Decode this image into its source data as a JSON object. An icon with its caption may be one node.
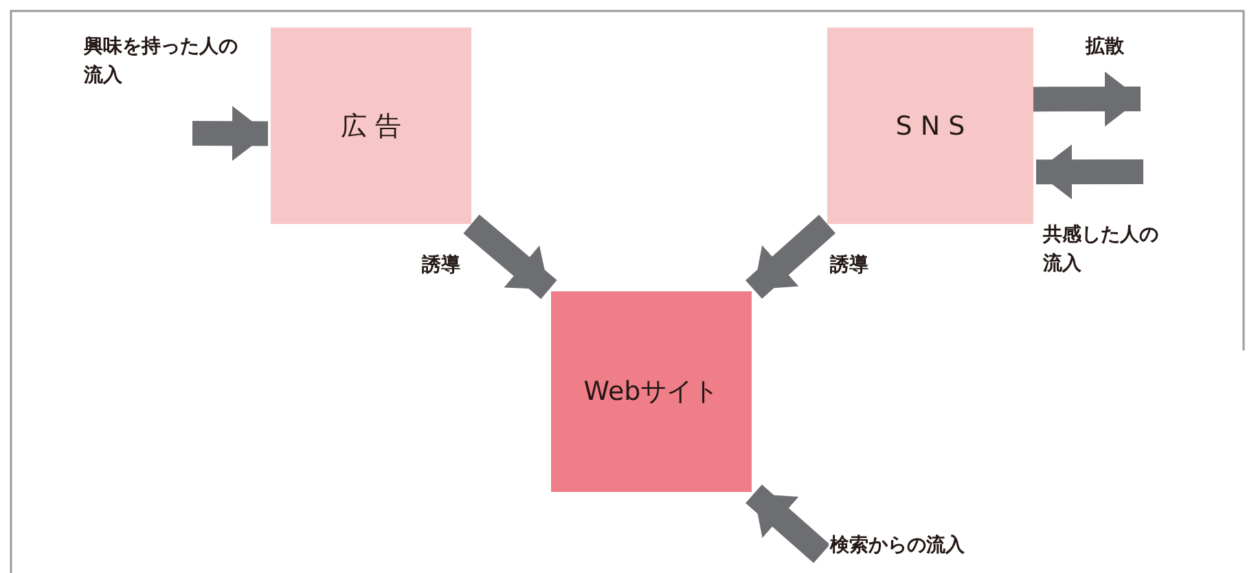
{
  "diagram": {
    "nodes": [
      {
        "text": [
          "広 告"
        ]
      },
      {
        "text": [
          "S N S"
        ]
      },
      {
        "text": [
          "Webサイト"
        ]
      }
    ],
    "edges": [
      {
        "from": null,
        "to": 0,
        "arrow": "to",
        "label": "興味を持った人の流入"
      },
      {
        "from": 0,
        "to": 2,
        "arrow": "to",
        "label": "誘導"
      },
      {
        "from": 1,
        "to": 2,
        "arrow": "to",
        "label": "誘導"
      },
      {
        "from": 1,
        "to": null,
        "arrow": "to",
        "label": "拡散"
      },
      {
        "from": null,
        "to": 1,
        "arrow": "to",
        "label": "共感した人の流入"
      },
      {
        "from": null,
        "to": 2,
        "arrow": "to",
        "label": "検索からの流入"
      }
    ]
  }
}
